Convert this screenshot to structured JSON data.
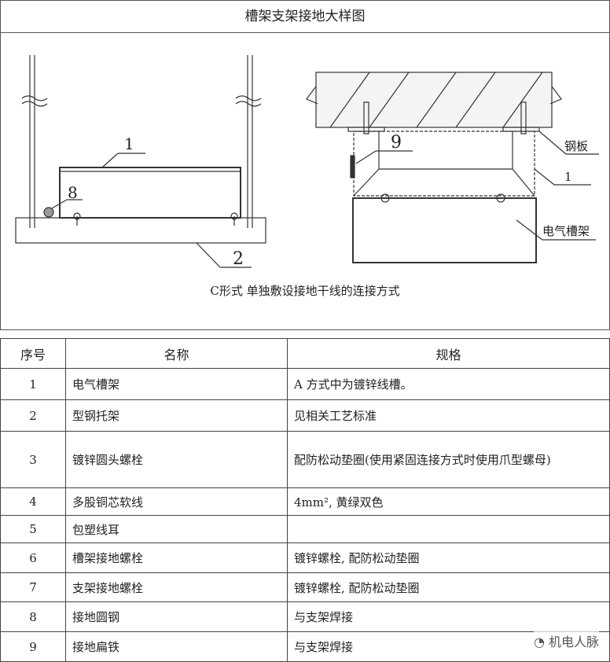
{
  "title": "槽架支架接地大样图",
  "drawing": {
    "caption": "C形式 单独敷设接地干线的连接方式",
    "labels": {
      "l1": "1",
      "l2": "2",
      "l8": "8",
      "l9": "9",
      "r1": "1",
      "steel_plate": "钢板",
      "tray": "电气槽架"
    }
  },
  "table": {
    "headers": [
      "序号",
      "名称",
      "规格"
    ],
    "rows": [
      {
        "no": "1",
        "name": "电气槽架",
        "spec": "A 方式中为镀锌线槽。"
      },
      {
        "no": "2",
        "name": "型钢托架",
        "spec": "见相关工艺标准"
      },
      {
        "no": "3",
        "name": "镀锌圆头螺栓",
        "spec": "配防松动垫圈(使用紧固连接方式时使用爪型螺母)"
      },
      {
        "no": "4",
        "name": "多股铜芯软线",
        "spec": "4mm², 黄绿双色"
      },
      {
        "no": "5",
        "name": "包塑线耳",
        "spec": ""
      },
      {
        "no": "6",
        "name": "槽架接地螺栓",
        "spec": "镀锌螺栓, 配防松动垫圈"
      },
      {
        "no": "7",
        "name": "支架接地螺栓",
        "spec": "镀锌螺栓, 配防松动垫圈"
      },
      {
        "no": "8",
        "name": "接地圆钢",
        "spec": "与支架焊接"
      },
      {
        "no": "9",
        "name": "接地扁铁",
        "spec": "与支架焊接"
      }
    ]
  },
  "watermark": "机电人脉"
}
